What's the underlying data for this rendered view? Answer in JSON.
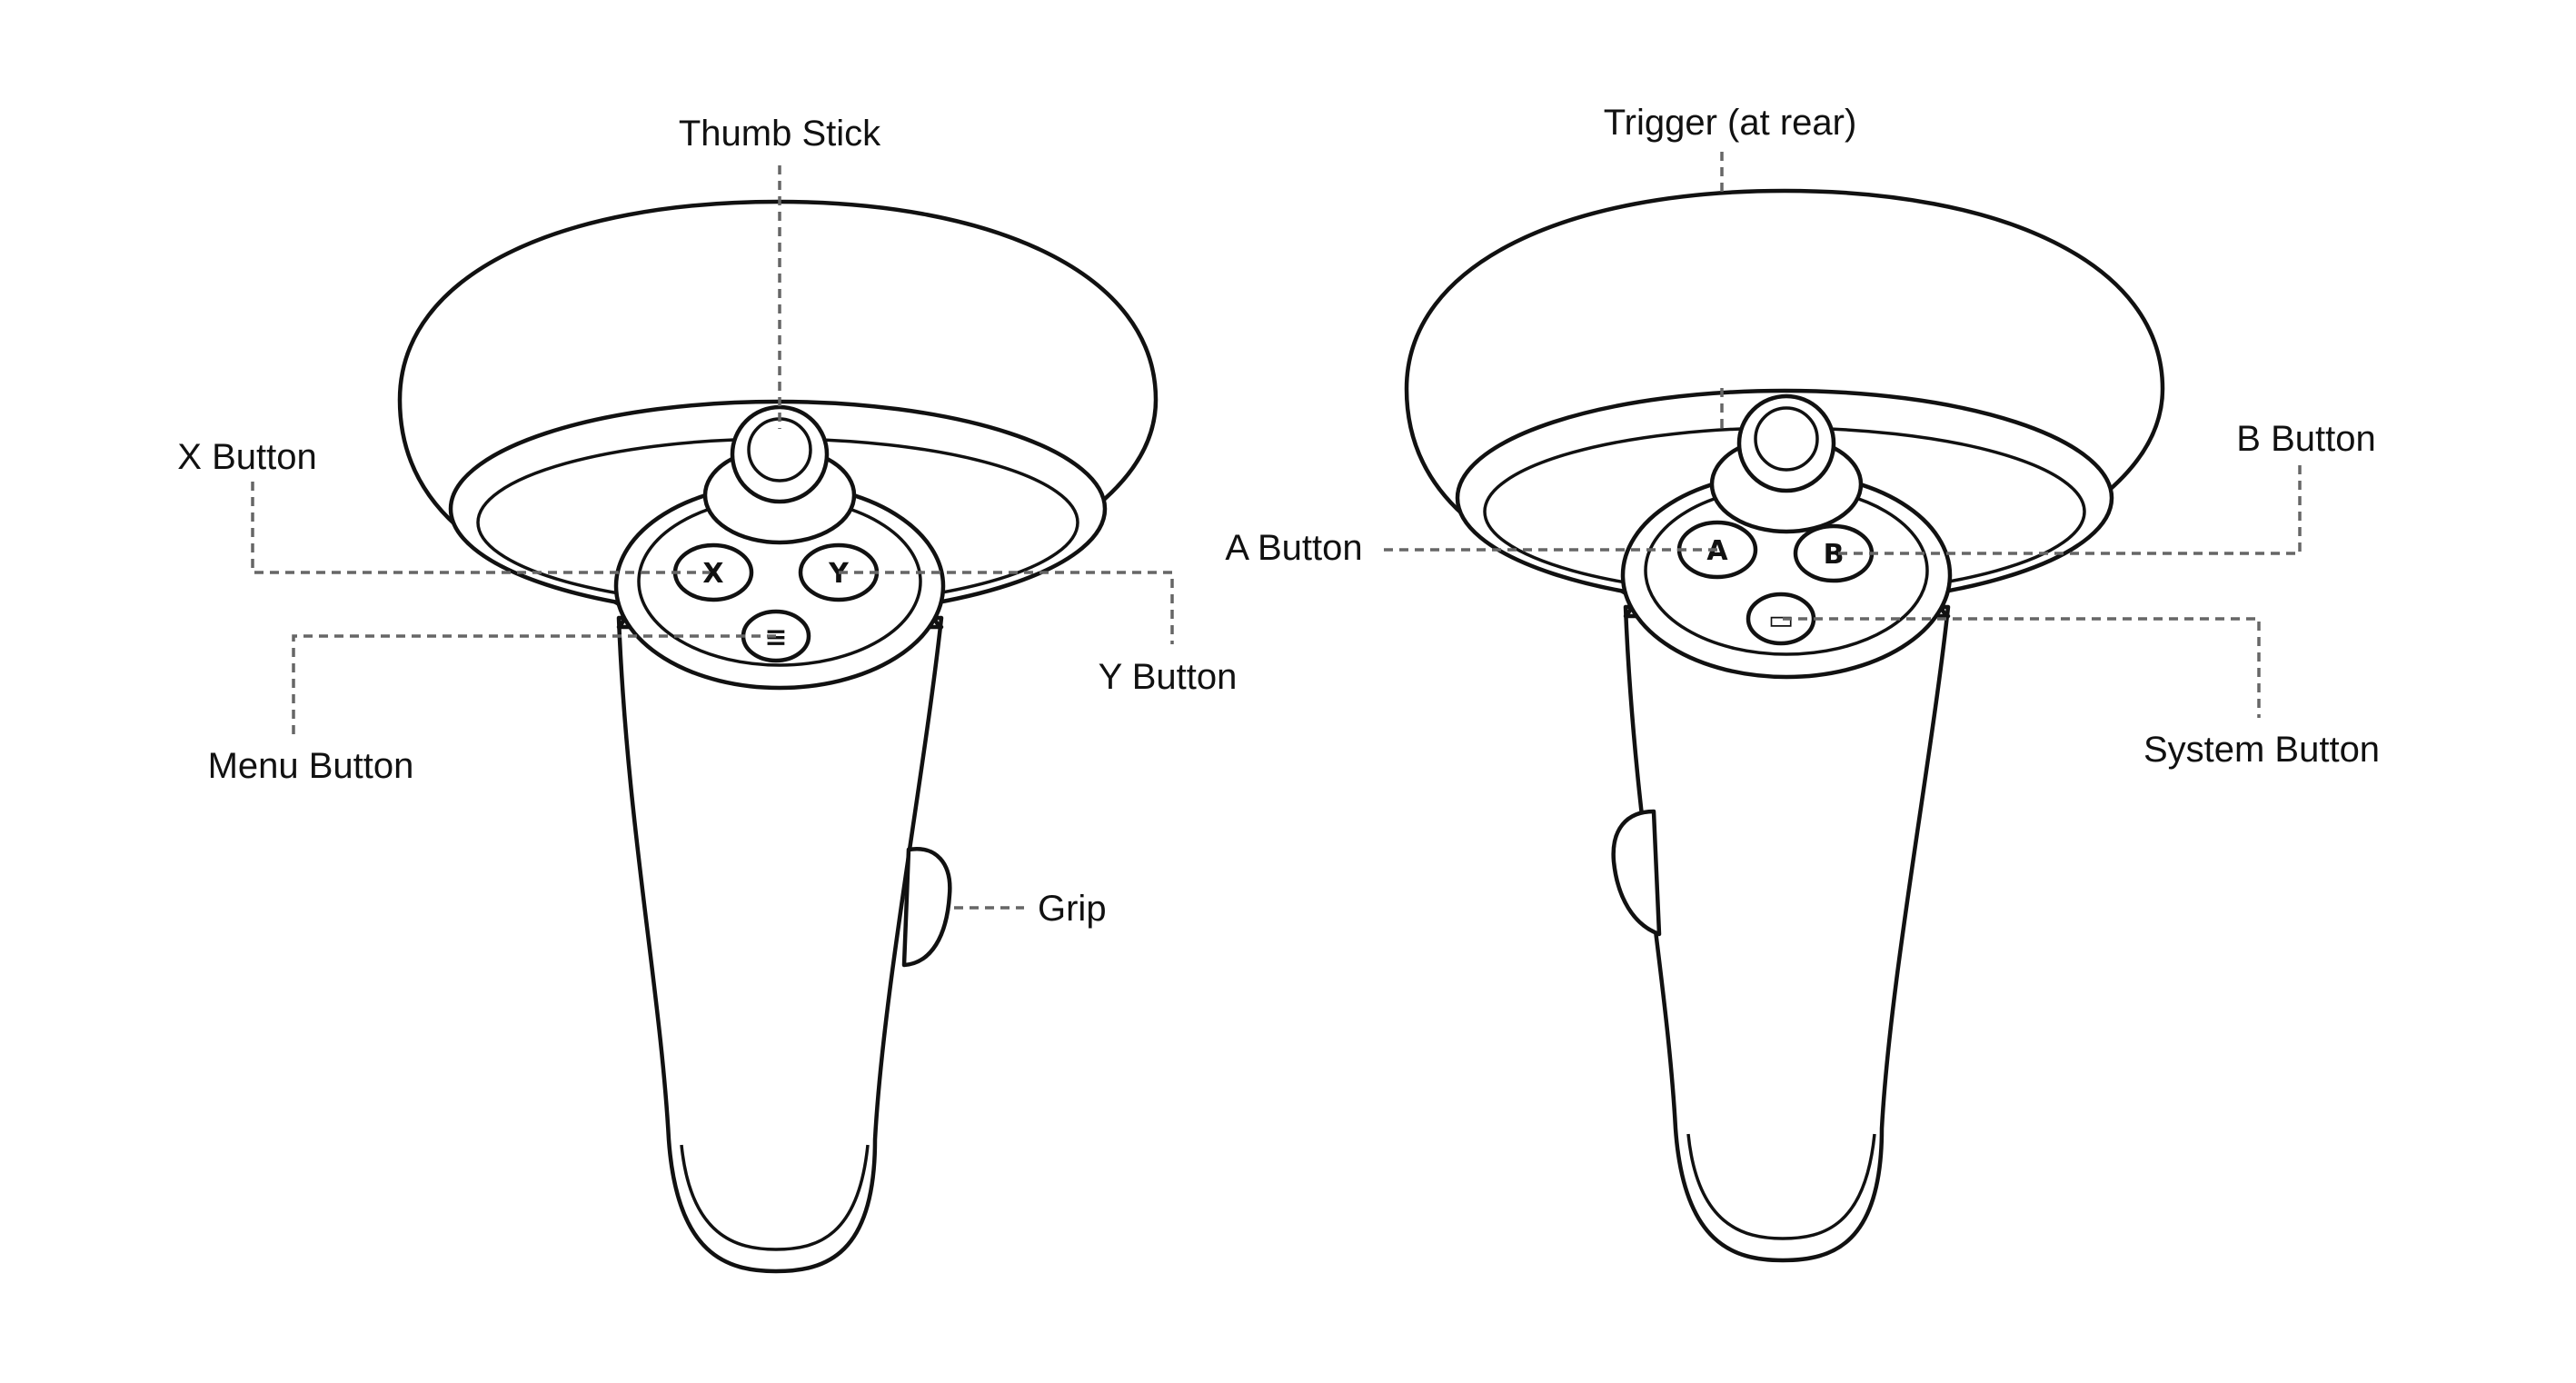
{
  "title": "Controller button layout",
  "left_controller": {
    "labels": {
      "thumb_stick": "Thumb Stick",
      "x_button": "X Button",
      "y_button": "Y Button",
      "menu_button": "Menu Button",
      "grip": "Grip"
    },
    "button_glyphs": {
      "x": "X",
      "y": "Y",
      "menu": "≡"
    }
  },
  "right_controller": {
    "labels": {
      "trigger": "Trigger (at rear)",
      "a_button": "A Button",
      "b_button": "B Button",
      "system_button": "System Button"
    },
    "button_glyphs": {
      "a": "A",
      "b": "B",
      "system": "▭"
    }
  }
}
